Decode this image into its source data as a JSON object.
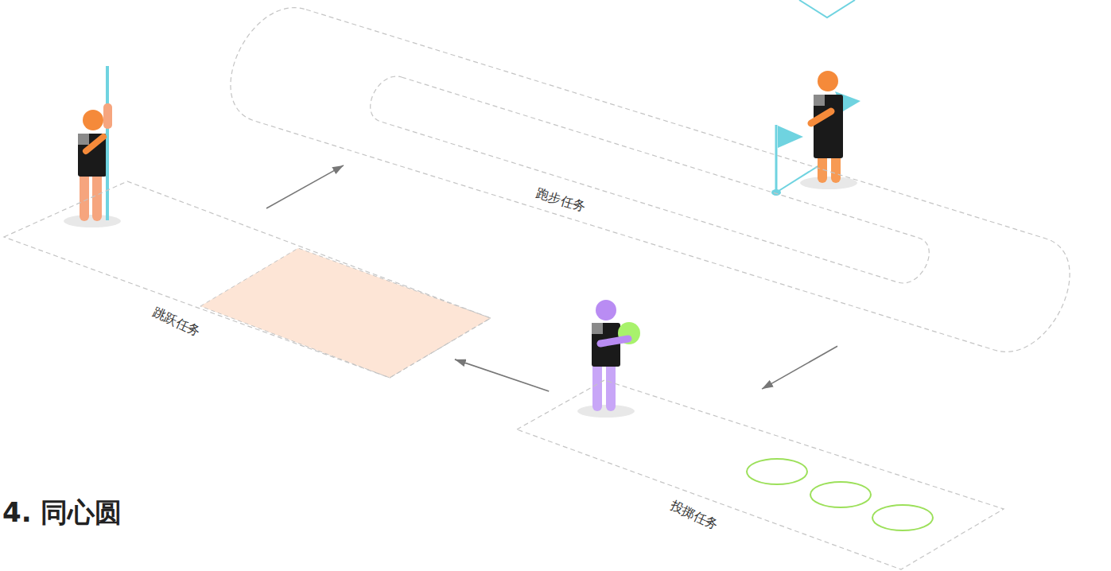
{
  "diagram": {
    "title": "4. 同心圆",
    "nodes": [
      {
        "text": [
          "跑步任务"
        ]
      },
      {
        "text": [
          "跳跃任务"
        ]
      },
      {
        "text": [
          "投掷任务"
        ]
      }
    ],
    "edges": [
      {
        "from": 1,
        "to": 0,
        "arrow": "to"
      },
      {
        "from": 0,
        "to": 2,
        "arrow": "to"
      },
      {
        "from": 2,
        "to": 1,
        "arrow": "to"
      }
    ]
  }
}
